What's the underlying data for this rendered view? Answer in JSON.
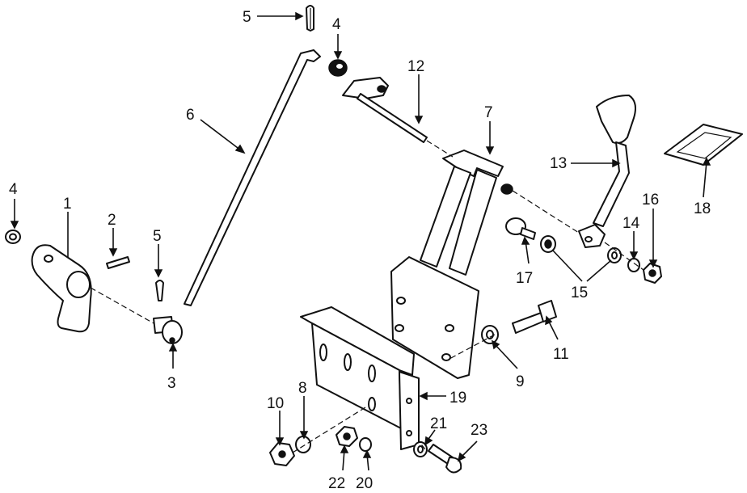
{
  "callouts": [
    {
      "id": "c1",
      "text": "1"
    },
    {
      "id": "c2",
      "text": "2"
    },
    {
      "id": "c3",
      "text": "3"
    },
    {
      "id": "c4a",
      "text": "4"
    },
    {
      "id": "c4b",
      "text": "4"
    },
    {
      "id": "c5a",
      "text": "5"
    },
    {
      "id": "c5b",
      "text": "5"
    },
    {
      "id": "c6",
      "text": "6"
    },
    {
      "id": "c7",
      "text": "7"
    },
    {
      "id": "c8",
      "text": "8"
    },
    {
      "id": "c9",
      "text": "9"
    },
    {
      "id": "c10",
      "text": "10"
    },
    {
      "id": "c11",
      "text": "11"
    },
    {
      "id": "c12",
      "text": "12"
    },
    {
      "id": "c13",
      "text": "13"
    },
    {
      "id": "c14",
      "text": "14"
    },
    {
      "id": "c15",
      "text": "15"
    },
    {
      "id": "c16",
      "text": "16"
    },
    {
      "id": "c17",
      "text": "17"
    },
    {
      "id": "c18",
      "text": "18"
    },
    {
      "id": "c19",
      "text": "19"
    },
    {
      "id": "c20",
      "text": "20"
    },
    {
      "id": "c21",
      "text": "21"
    },
    {
      "id": "c22",
      "text": "22"
    },
    {
      "id": "c23",
      "text": "23"
    }
  ]
}
